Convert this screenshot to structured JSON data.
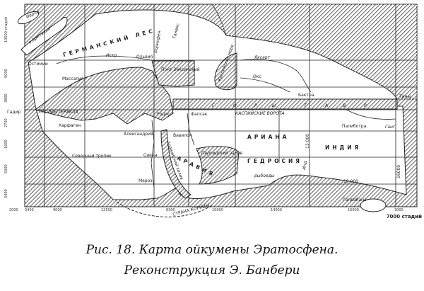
{
  "map": {
    "labels": {
      "ierna": "Иерна",
      "britain": "о.Британия",
      "german_forest": "ГЕРМАНСКИЙ ЛЕС",
      "istr": "Истр",
      "olbia": "Ольвия",
      "borisfen": "Борисфен",
      "tanais": "Танаис",
      "pont": "Понт Эвксинский",
      "caspian": "Каспийское море",
      "yaksart": "Яксарт",
      "oks": "Окс",
      "baktra": "Бактра",
      "thinae": "Тины",
      "ostimii": "Остимии",
      "massalia": "Массалия",
      "pillars": "СТОЛБЫ ГЕРАКЛА",
      "gadir": "Гадир",
      "carthage": "Карфаген",
      "rhodes": "Родос",
      "alexandria": "Александрия",
      "tropic": "Северный тропик",
      "syene": "Сиена",
      "meroe": "Мероэ",
      "thapsacus": "Фапсак",
      "babylon": "Вавилон",
      "persian_gulf": "Персидский залив",
      "arabian_gulf": "Аравийский залив",
      "arabia": "АРАВИЯ",
      "taurus": [
        "Г",
        "О",
        "Р",
        "Ы",
        "Т",
        "А",
        "В",
        "Р"
      ],
      "caspian_gates": "КАСПИЙСКИЕ ВОРОТА",
      "ariana": "АРИАНА",
      "gedrosia": "ГЕДРОСИЯ",
      "fish_eaters": "рыбоеды",
      "india": "ИНДИЯ",
      "indus": "Инд",
      "palibothra": "Палиботра",
      "ganges": "Ганг",
      "taprobane": "Тапробана",
      "cinnamon": "СТРАНА КОРИЦЫ",
      "d13000": "13 000",
      "d16000": "16000",
      "d19000": "19 000"
    },
    "y_ticks": [
      "10500 стадий",
      "5000",
      "3800",
      "2700",
      "1600",
      "5000",
      "3400"
    ],
    "x_ticks": [
      "2000",
      "3400",
      "9000",
      "12500",
      "6300",
      "10000",
      "14000",
      "16000",
      "3000",
      "7000 стадий"
    ]
  },
  "caption": {
    "line1": "Рис. 18. Карта ойкумены Эратосфена.",
    "line2": "Реконструкция Э. Банбери"
  }
}
